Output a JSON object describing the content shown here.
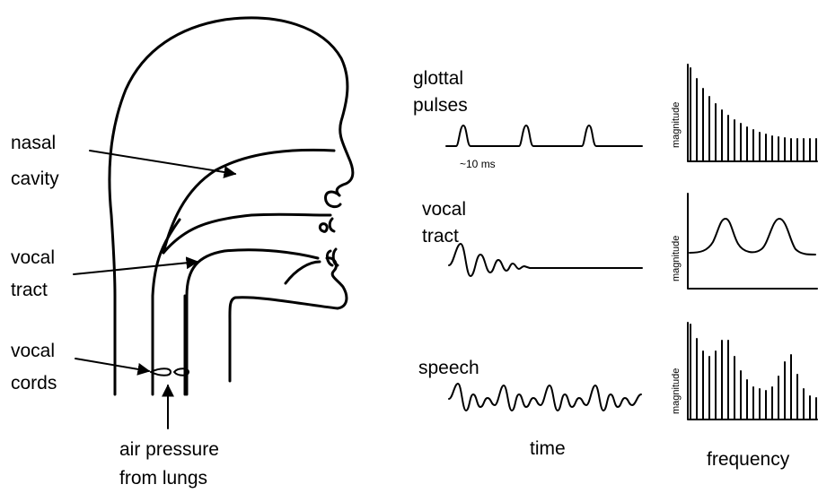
{
  "labels": {
    "nasal_1": "nasal",
    "nasal_2": "cavity",
    "tract_1": "vocal",
    "tract_2": "tract",
    "cords_1": "vocal",
    "cords_2": "cords",
    "air_1": "air pressure",
    "air_2": "from lungs"
  },
  "signals": {
    "glottal_1": "glottal",
    "glottal_2": "pulses",
    "period": "~10 ms",
    "tract_1": "vocal",
    "tract_2": "tract",
    "speech": "speech",
    "time_axis": "time",
    "freq_axis": "frequency",
    "magnitude": "magnitude"
  }
}
